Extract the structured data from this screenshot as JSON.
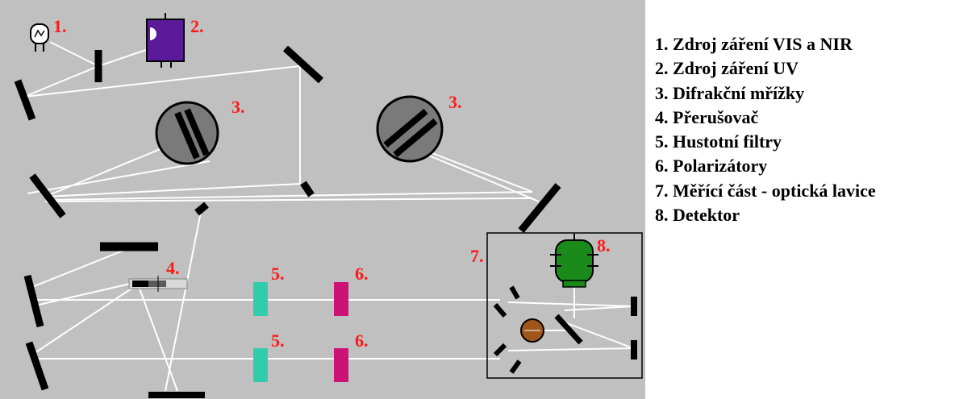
{
  "diagram": {
    "background": "#c0c0c0",
    "beam_color": "#ffffff",
    "mirror_color": "#000000",
    "colors": {
      "uv_source": "#5a1a9a",
      "density_filter": "#33ccaa",
      "polarizer": "#cc1177",
      "detector": "#1a8a1a",
      "sample": "#a0561a",
      "grating_disk": "#7a7a7a",
      "number_labels": "#ff1a1a"
    },
    "labels": {
      "vis_nir_source": "1.",
      "uv_source": "2.",
      "grating_left": "3.",
      "grating_right": "3.",
      "chopper": "4.",
      "filter_top": "5.",
      "filter_bottom": "5.",
      "polarizer_top": "6.",
      "polarizer_bottom": "6.",
      "measuring_part": "7.",
      "detector": "8."
    }
  },
  "legend": {
    "items": [
      "1. Zdroj záření VIS a NIR",
      "2. Zdroj záření UV",
      "3. Difrakční mřížky",
      "4. Přerušovač",
      "5. Hustotní filtry",
      "6. Polarizátory",
      "7. Měřící část - optická lavice",
      "8. Detektor"
    ]
  }
}
